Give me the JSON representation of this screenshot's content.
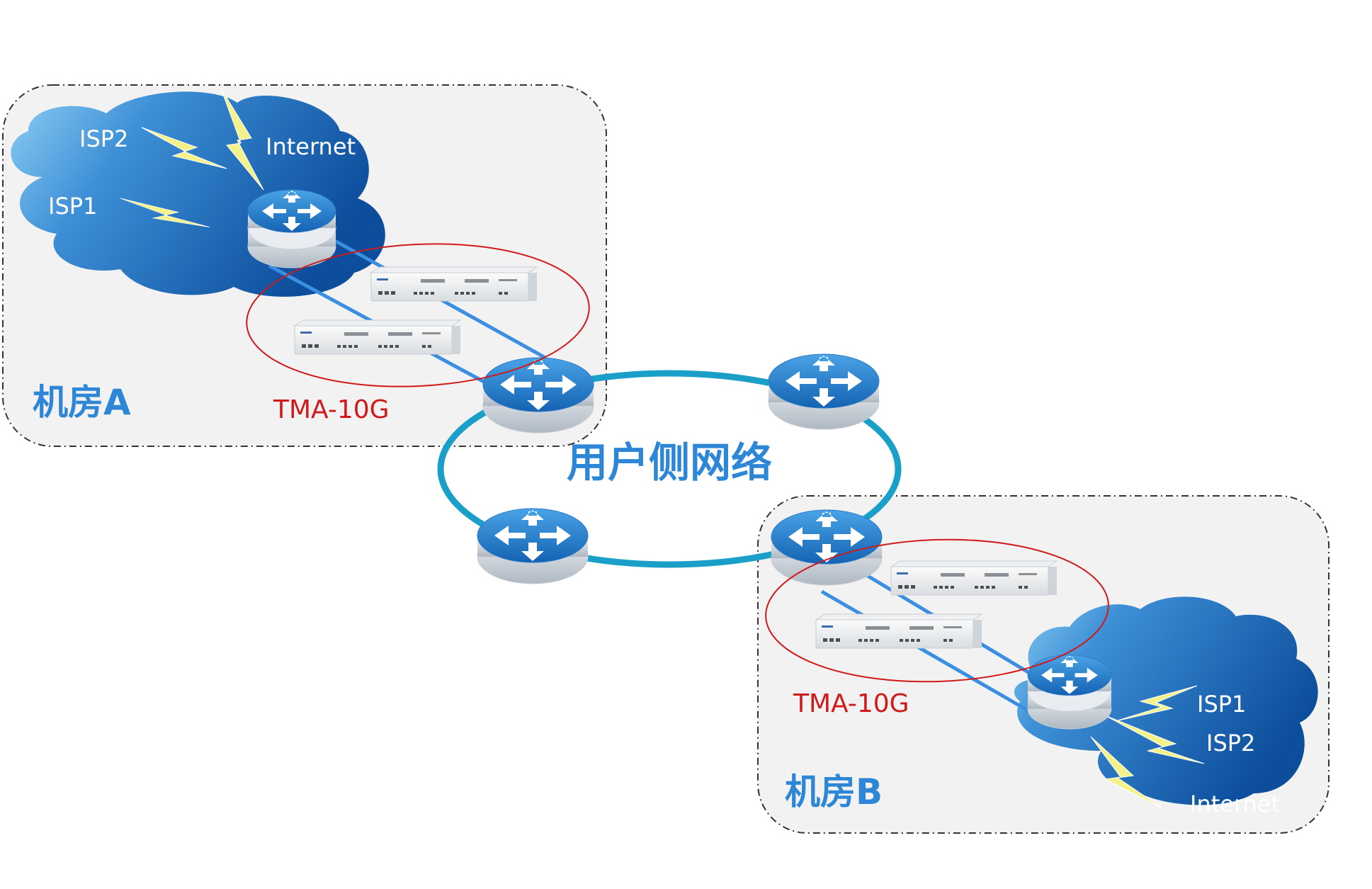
{
  "site_a": {
    "name": "机房A",
    "device_label": "TMA-10G",
    "cloud_labels": {
      "internet": "Internet",
      "isp1": "ISP1",
      "isp2": "ISP2"
    }
  },
  "site_b": {
    "name": "机房B",
    "device_label": "TMA-10G",
    "cloud_labels": {
      "internet": "Internet",
      "isp1": "ISP1",
      "isp2": "ISP2"
    }
  },
  "ring_label": "用户侧网络",
  "colors": {
    "zone_fill": "#f2f2f2",
    "cloud": "#1f6fc0",
    "ring": "#1aa0c8",
    "link": "#3a8fe0",
    "highlight_ellipse": "#d01a1a",
    "lightning": "#f3f28a"
  },
  "icons": {
    "router": "router-icon",
    "appliance": "appliance-icon",
    "cloud": "cloud-icon",
    "lightning": "lightning-icon"
  }
}
